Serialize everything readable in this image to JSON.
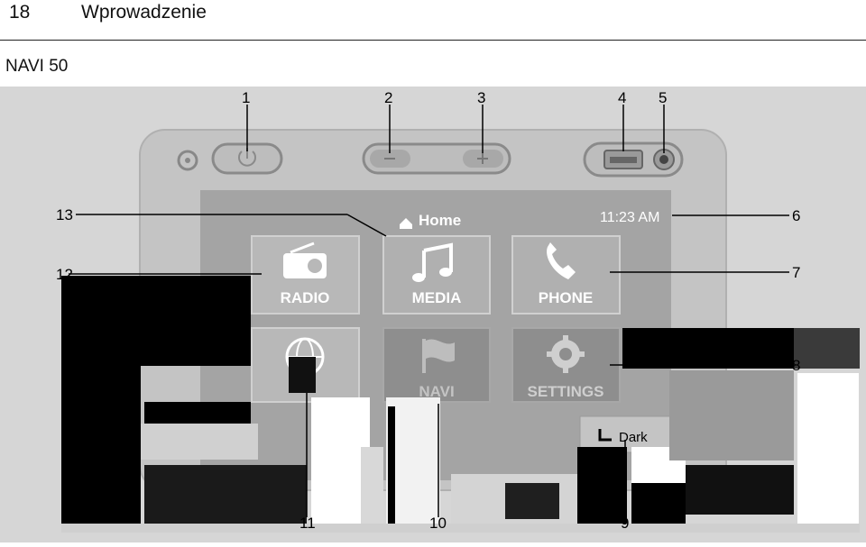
{
  "header": {
    "page_number": "18",
    "chapter_title": "Wprowadzenie"
  },
  "section": {
    "title": "NAVI 50"
  },
  "figure": {
    "screen": {
      "home_label": "Home",
      "clock": "11:23 AM"
    },
    "tiles": [
      {
        "label": "RADIO",
        "icon": "radio-icon"
      },
      {
        "label": "MEDIA",
        "icon": "music-note-icon"
      },
      {
        "label": "PHONE",
        "icon": "phone-icon"
      },
      {
        "label": "",
        "icon": "globe-icon"
      },
      {
        "label": "NAVI",
        "icon": "flag-icon"
      },
      {
        "label": "SETTINGS",
        "icon": "gear-icon"
      }
    ],
    "back_button": {
      "label": "Dark",
      "icon": "back-arrow-icon"
    },
    "callouts": [
      "1",
      "2",
      "3",
      "4",
      "5",
      "6",
      "7",
      "8",
      "9",
      "10",
      "11",
      "12",
      "13"
    ]
  },
  "colors": {
    "device_body": "#c8c8c8",
    "screen": "#9c9c9c",
    "tile": "#b4b4b4",
    "black_overlay": "#000000"
  }
}
